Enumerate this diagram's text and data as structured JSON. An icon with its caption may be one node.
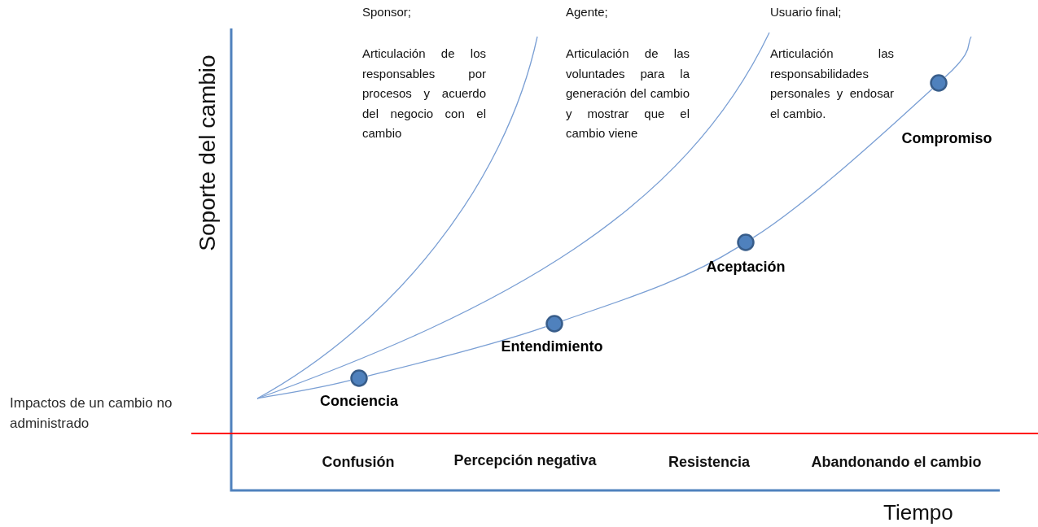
{
  "diagram": {
    "nodes": [
      {
        "text": [],
        "shape": "circle",
        "beside": [
          "Conciencia"
        ]
      },
      {
        "text": [],
        "shape": "circle",
        "beside": [
          "Entendimiento"
        ]
      },
      {
        "text": [],
        "shape": "circle",
        "beside": [
          "Aceptación"
        ]
      },
      {
        "text": [],
        "shape": "circle",
        "beside": [
          "Compromiso"
        ]
      }
    ],
    "edges": [
      {
        "from": 0,
        "to": 1,
        "arrow": "none"
      },
      {
        "from": 1,
        "to": 2,
        "arrow": "none"
      },
      {
        "from": 2,
        "to": 3,
        "arrow": "none"
      }
    ],
    "labels": [
      "Sponsor;",
      "Articulación de los responsables por procesos y acuerdo del negocio con el cambio",
      "Agente;",
      "Articulación de las voluntades para la generación del cambio y mostrar que el cambio viene",
      "Usuario final;",
      "Articulación las responsabilidades personales y endosar el cambio.",
      "Soporte del cambio",
      "Impactos de un cambio no administrado",
      "Confusión",
      "Percepción negativa",
      "Resistencia",
      "Abandonando el cambio",
      "Tiempo"
    ]
  }
}
